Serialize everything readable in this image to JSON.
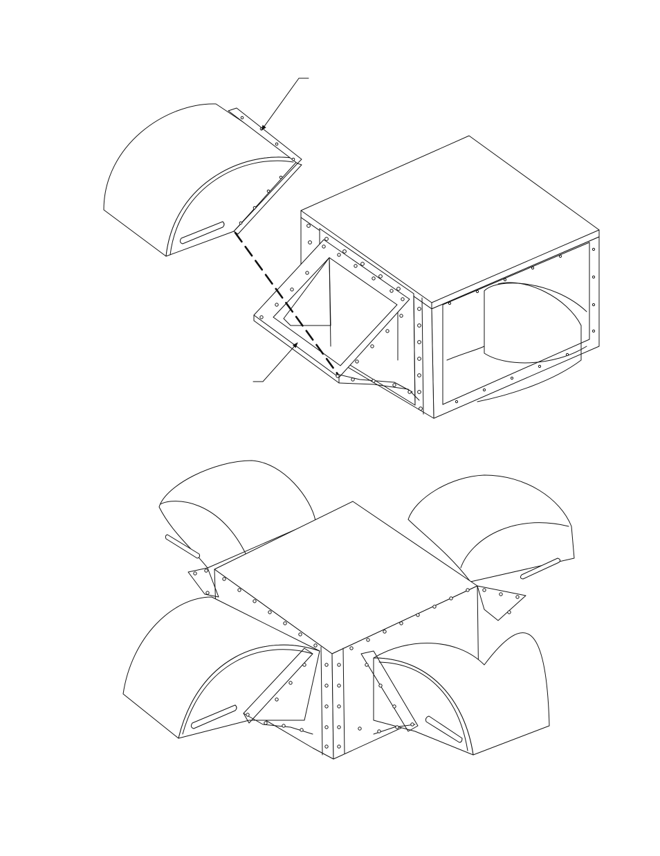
{
  "page": {
    "background": "#ffffff",
    "line_color": "#111111",
    "fill_color": "#ffffff"
  },
  "figures": [
    {
      "id": "exploded-view",
      "icon": "duct-hood-exploded-assembly"
    },
    {
      "id": "assembled-view",
      "icon": "duct-hood-four-way-assembly"
    }
  ],
  "callouts": [
    {
      "id": "leader-top",
      "label": ""
    },
    {
      "id": "leader-bottom",
      "label": ""
    }
  ]
}
